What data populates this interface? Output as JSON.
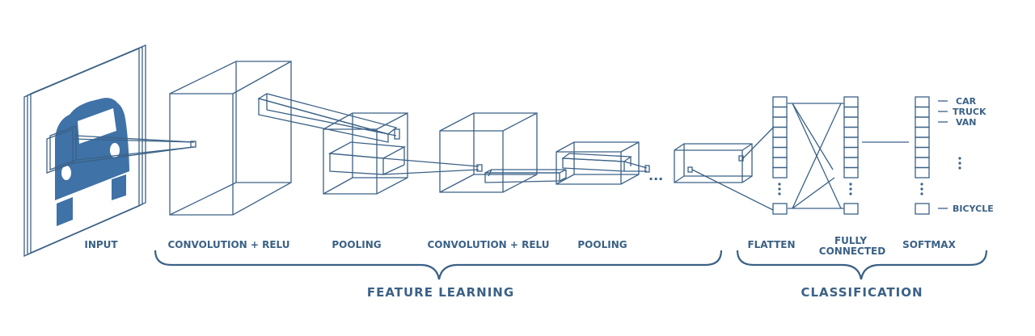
{
  "diagram": {
    "stage_labels": {
      "input": "INPUT",
      "conv1": "CONVOLUTION + RELU",
      "pool1": "POOLING",
      "conv2": "CONVOLUTION + RELU",
      "pool2": "POOLING",
      "flatten": "FLATTEN",
      "fully_connected_line1": "FULLY",
      "fully_connected_line2": "CONNECTED",
      "softmax": "SOFTMAX"
    },
    "group_labels": {
      "feature_learning": "FEATURE LEARNING",
      "classification": "CLASSIFICATION"
    },
    "output_classes": [
      "CAR",
      "TRUCK",
      "VAN",
      "BICYCLE"
    ],
    "ellipsis": "...",
    "colors": {
      "line": "#3b6186",
      "fill": "#3f72a6",
      "text": "#3b6186"
    }
  }
}
